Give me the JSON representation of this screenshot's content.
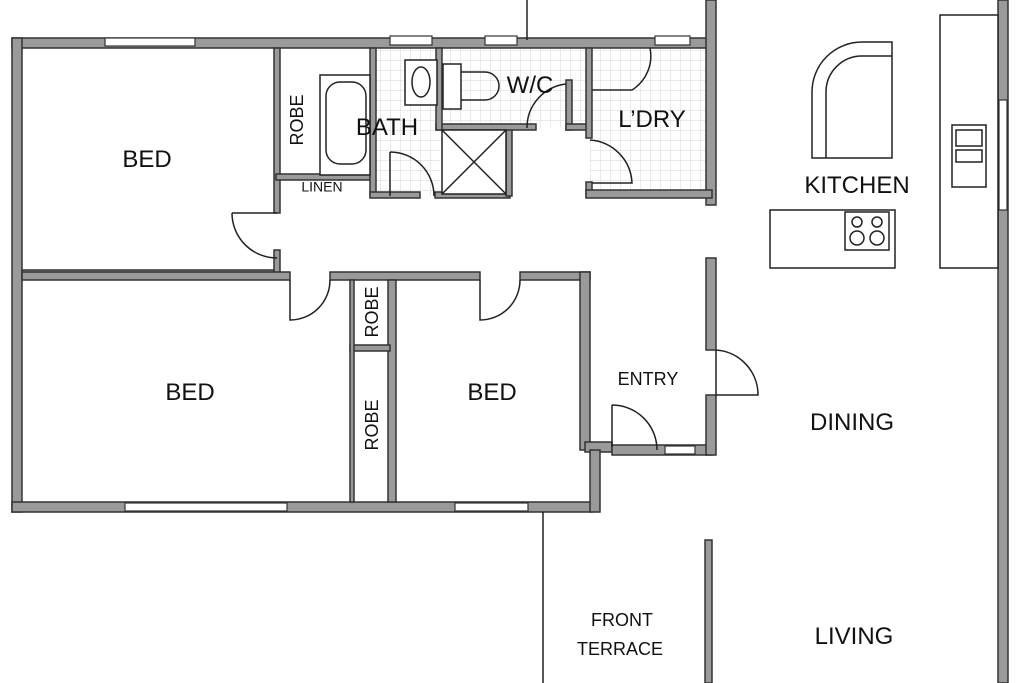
{
  "plan": {
    "rooms": {
      "bed_1": "BED",
      "bed_2": "BED",
      "bed_3": "BED",
      "robe_1": "ROBE",
      "robe_2": "ROBE",
      "robe_3": "ROBE",
      "linen": "LINEN",
      "bath": "BATH",
      "wc": "W/C",
      "laundry": "L’DRY",
      "kitchen": "KITCHEN",
      "entry": "ENTRY",
      "dining": "DINING",
      "front_terrace_1": "FRONT",
      "front_terrace_2": "TERRACE",
      "living": "LIVING"
    },
    "colors": {
      "wall": "#9a9a9a",
      "tile_grid": "#d6d6d6",
      "line": "#222222"
    }
  }
}
